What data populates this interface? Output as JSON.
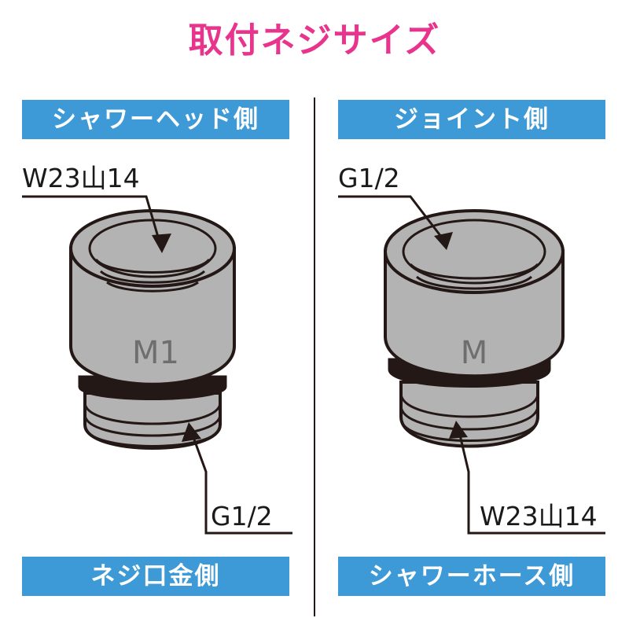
{
  "title": "取付ネジサイズ",
  "colors": {
    "title": "#e8348c",
    "header_bg": "#3d9ad6",
    "header_text": "#ffffff",
    "fitting_fill": "#b3b3b3",
    "fitting_stroke": "#231815",
    "label_text": "#1a1a1a",
    "model_text": "#6e6e6e"
  },
  "left": {
    "top_header": "シャワーヘッド側",
    "top_thread": "W23山14",
    "model": "M1",
    "bottom_thread": "G1/2",
    "bottom_header": "ネジ口金側"
  },
  "right": {
    "top_header": "ジョイント側",
    "top_thread": "G1/2",
    "model": "M",
    "bottom_thread": "W23山14",
    "bottom_header": "シャワーホース側"
  }
}
